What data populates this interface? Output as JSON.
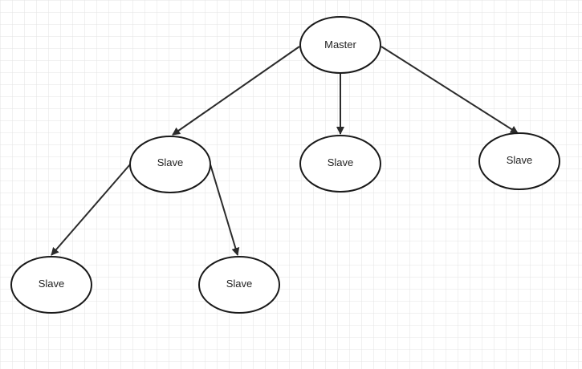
{
  "diagram": {
    "type": "tree",
    "background": "grid",
    "colors": {
      "background": "#ffffff",
      "grid": "#e3e3e3",
      "stroke": "#1a1a1a",
      "text": "#222222"
    },
    "nodes": [
      {
        "id": "master",
        "label": "Master"
      },
      {
        "id": "slave-1",
        "label": "Slave"
      },
      {
        "id": "slave-2",
        "label": "Slave"
      },
      {
        "id": "slave-3",
        "label": "Slave"
      },
      {
        "id": "slave-4",
        "label": "Slave"
      },
      {
        "id": "slave-5",
        "label": "Slave"
      }
    ],
    "edges": [
      {
        "from": "master",
        "to": "slave-1"
      },
      {
        "from": "master",
        "to": "slave-2"
      },
      {
        "from": "master",
        "to": "slave-3"
      },
      {
        "from": "slave-1",
        "to": "slave-4"
      },
      {
        "from": "slave-1",
        "to": "slave-5"
      }
    ]
  }
}
